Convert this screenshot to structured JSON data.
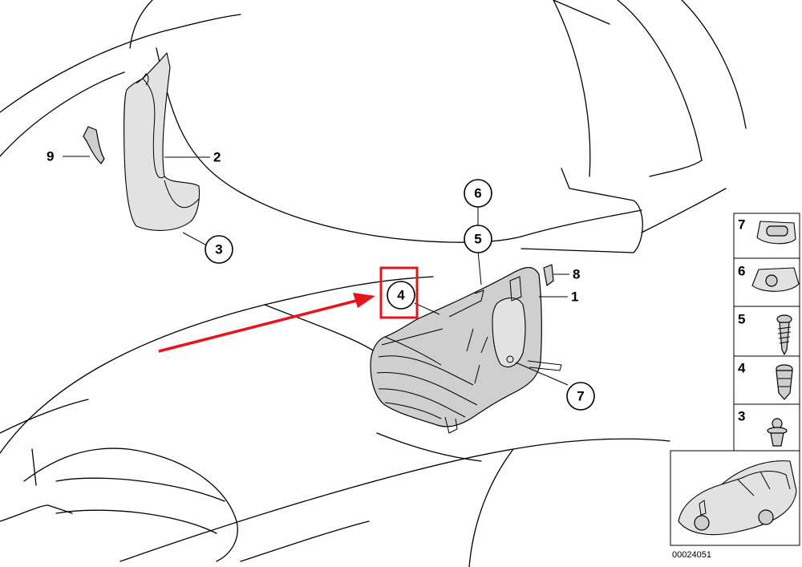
{
  "callouts": [
    {
      "label": "6"
    },
    {
      "label": "5"
    },
    {
      "label": "4"
    },
    {
      "label": "3"
    },
    {
      "label": "7"
    }
  ],
  "leader_labels": [
    {
      "label": "9"
    },
    {
      "label": "2"
    },
    {
      "label": "8"
    },
    {
      "label": "1"
    }
  ],
  "legend": [
    {
      "number": "7",
      "icon": "clip-nut-icon"
    },
    {
      "number": "6",
      "icon": "spring-nut-icon"
    },
    {
      "number": "5",
      "icon": "screw-icon"
    },
    {
      "number": "4",
      "icon": "expansion-rivet-icon"
    },
    {
      "number": "3",
      "icon": "push-rivet-icon"
    }
  ],
  "highlight": {
    "color": "#e8141b"
  },
  "document_id": "00024051"
}
